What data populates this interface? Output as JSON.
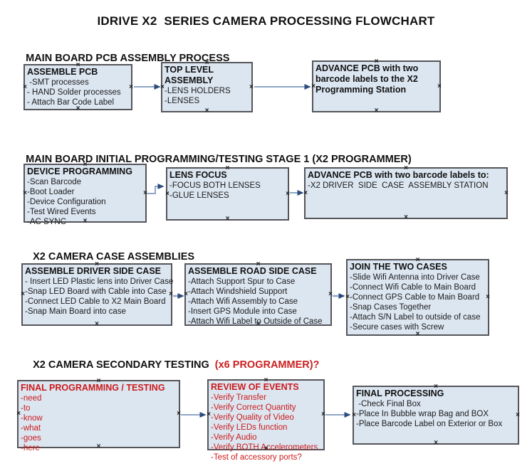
{
  "title": "IDRIVE X2  SERIES CAMERA PROCESSING FLOWCHART",
  "icons": {
    "connection_point": "×"
  },
  "colors": {
    "box_fill": "#dce6f1",
    "box_border": "#55555a",
    "arrow_shaft": "#8fa6c6",
    "arrow_head": "#2b4c7c",
    "accent_red": "#cc1a1a",
    "text": "#111111"
  },
  "sections": [
    {
      "heading": "MAIN BOARD PCB ASSEMBLY PROCESS",
      "heading_accent": "",
      "boxes": [
        {
          "title": "ASSEMBLE PCB",
          "items": [
            " -SMT processes",
            "- HAND Solder processes",
            "- Attach Bar Code Label"
          ]
        },
        {
          "title": "TOP LEVEL ASSEMBLY",
          "items": [
            "-LENS HOLDERS",
            "-LENSES"
          ]
        },
        {
          "title": "ADVANCE PCB with two barcode labels to the X2 Programming Station",
          "items": []
        }
      ]
    },
    {
      "heading": "MAIN BOARD INITIAL PROGRAMMING/TESTING STAGE 1 (X2 PROGRAMMER)",
      "heading_accent": "",
      "boxes": [
        {
          "title": "DEVICE PROGRAMMING",
          "items": [
            "-Scan Barcode",
            "-Boot Loader",
            "-Device Configuration",
            "-Test Wired Events",
            "-AC SYNC"
          ]
        },
        {
          "title": "LENS FOCUS",
          "items": [
            "-FOCUS BOTH LENSES",
            "-GLUE LENSES"
          ]
        },
        {
          "title": "ADVANCE PCB with two barcode labels to:",
          "items": [
            "-X2 DRIVER  SIDE  CASE  ASSEMBLY STATION"
          ]
        }
      ]
    },
    {
      "heading": "X2 CAMERA CASE ASSEMBLIES",
      "heading_accent": "",
      "boxes": [
        {
          "title": "ASSEMBLE DRIVER SIDE CASE",
          "items": [
            "- Insert LED Plastic lens into Driver Case",
            "-Snap LED Board with Cable into Case",
            "-Connect LED Cable to X2 Main Board",
            "-Snap Main Board into case"
          ]
        },
        {
          "title": "ASSEMBLE ROAD SIDE CASE",
          "items": [
            "-Attach Support Spur to Case",
            "-Attach Windshield Support",
            "-Attach Wifi Assembly to Case",
            "-Insert GPS Module into Case",
            "-Attach Wifi Label to Outside of Case"
          ]
        },
        {
          "title": "JOIN THE TWO CASES",
          "items": [
            "-Slide Wifi Antenna into Driver Case",
            "-Connect Wifi Cable to Main Board",
            "-Connect GPS Cable to Main Board",
            "-Snap Cases Together",
            "-Attach S/N Label to outside of case",
            "-Secure cases with Screw"
          ]
        }
      ]
    },
    {
      "heading": "X2 CAMERA SECONDARY TESTING",
      "heading_accent": "  (x6 PROGRAMMER)?",
      "boxes": [
        {
          "title": "FINAL PROGRAMMING / TESTING",
          "items": [
            "-need",
            "-to",
            "-know",
            "-what",
            "-goes",
            "-here"
          ]
        },
        {
          "title": "REVIEW OF EVENTS",
          "items": [
            "-Verify Transfer",
            "-Verify Correct Quantity",
            "-Verify Quality of Video",
            "-Verify LEDs function",
            "-Verify Audio",
            "-Verify BOTH Accelerometers",
            "-Test of accessory ports?"
          ]
        },
        {
          "title": "FINAL PROCESSING",
          "items": [
            " -Check Final Box",
            "-Place In Bubble wrap Bag and BOX",
            "-Place Barcode Label on Exterior or Box"
          ]
        }
      ]
    }
  ]
}
